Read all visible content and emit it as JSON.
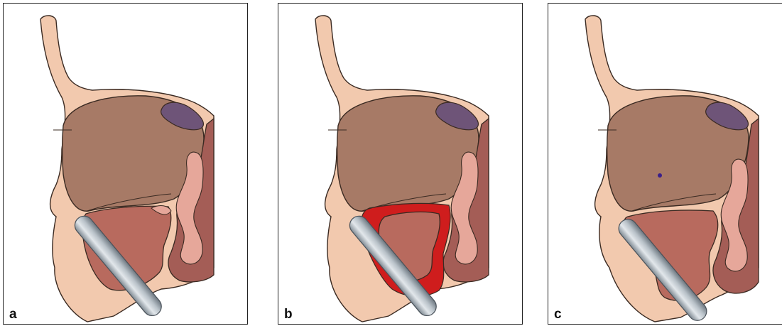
{
  "panels": [
    {
      "label": "a"
    },
    {
      "label": "b"
    },
    {
      "label": "c"
    }
  ],
  "colors": {
    "tissue": "#f2c9ae",
    "outline": "#3a2a22",
    "bladder": "#a77a66",
    "prostate": "#b86a5e",
    "membrane": "#e6a79a",
    "rectum": "#a45d56",
    "vessel": "#6e5478",
    "probe": "#a9b3bb",
    "blood": "#cf1d1d",
    "marker": "#3b1f8a"
  }
}
